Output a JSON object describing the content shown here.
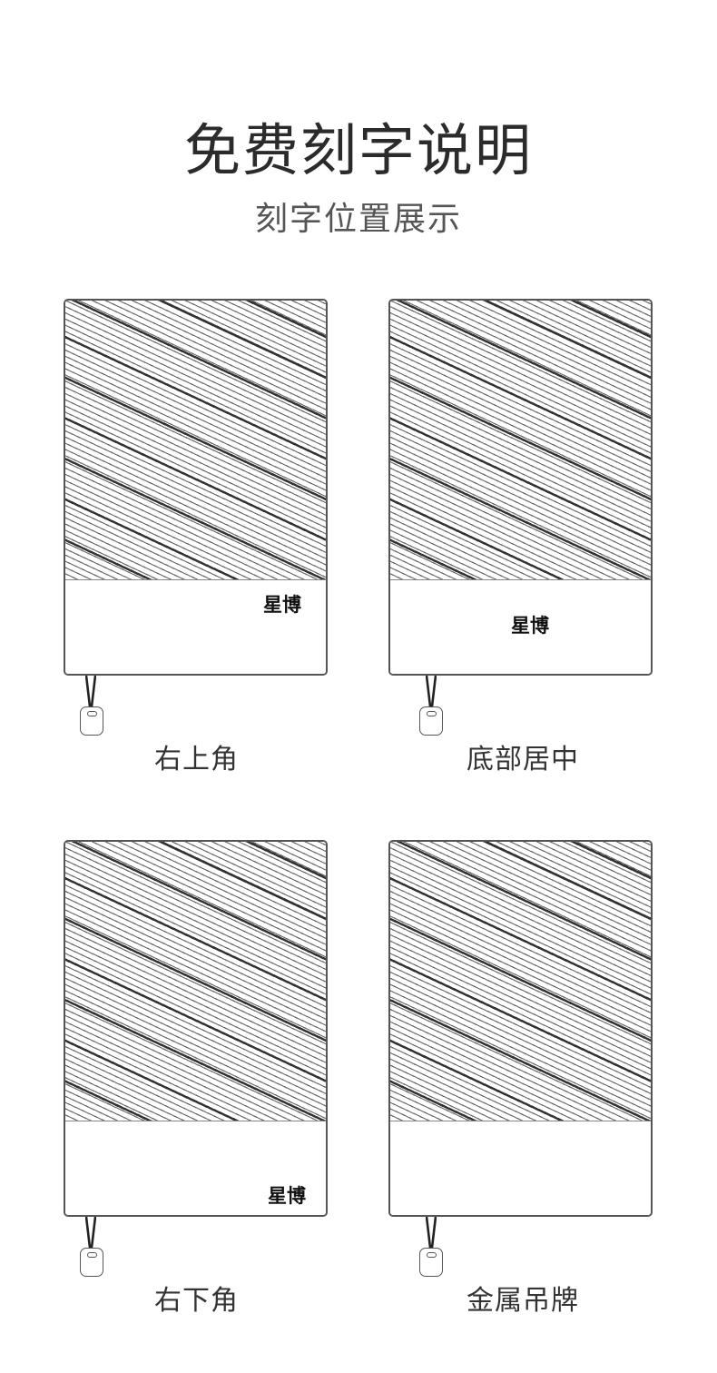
{
  "header": {
    "title": "免费刻字说明",
    "subtitle": "刻字位置展示"
  },
  "cards": [
    {
      "caption": "右上角",
      "engraving": "星博"
    },
    {
      "caption": "底部居中",
      "engraving": "星博"
    },
    {
      "caption": "右下角",
      "engraving": "星博"
    },
    {
      "caption": "金属吊牌",
      "engraving": ""
    }
  ]
}
